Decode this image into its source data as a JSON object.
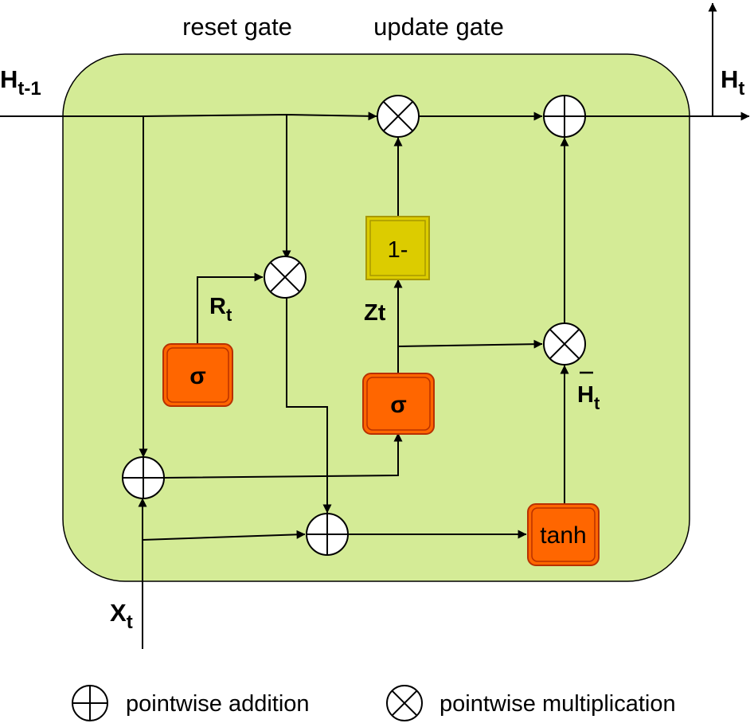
{
  "gate_labels": {
    "reset": "reset gate",
    "update": "update gate"
  },
  "inputs": {
    "h_prev": {
      "base": "H",
      "sub": "t-1"
    },
    "h_out": {
      "base": "H",
      "sub": "t"
    },
    "x": {
      "base": "X",
      "sub": "t"
    }
  },
  "signals": {
    "r": {
      "base": "R",
      "sub": "t"
    },
    "z": {
      "base": "Z",
      "sub": "t"
    },
    "h_cand": {
      "base": "H",
      "sub": "t"
    }
  },
  "blocks": {
    "sigma_reset": "σ",
    "sigma_update": "σ",
    "one_minus": "1-",
    "tanh": "tanh"
  },
  "legend": {
    "addition": "pointwise addition",
    "multiplication": "pointwise multiplication"
  },
  "colors": {
    "cell_fill": "#d4eb96",
    "activation_fill": "#ff6600",
    "activation_border": "#b83000",
    "one_minus_fill": "#dccc00",
    "one_minus_border": "#a89800"
  }
}
